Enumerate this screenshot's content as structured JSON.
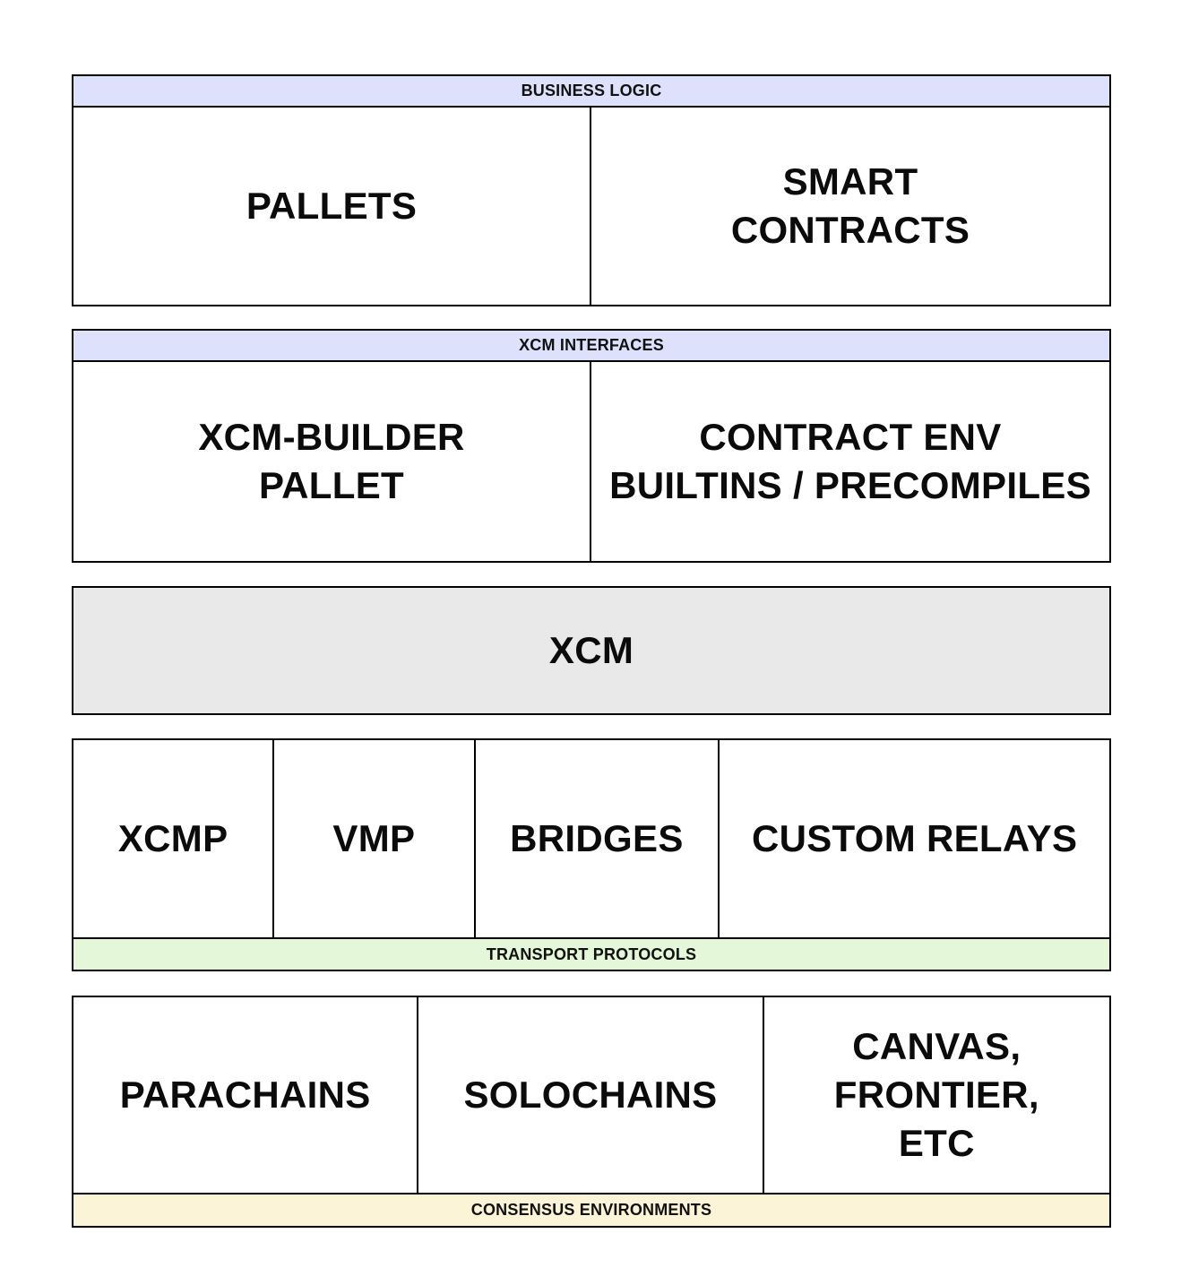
{
  "colors": {
    "header_band": "#dde1fb",
    "transport_band": "#e5f7d9",
    "consensus_band": "#fcf4d7",
    "xcm_fill": "#e9e9e9",
    "border": "#000000",
    "text": "#0b0b0b"
  },
  "blocks": {
    "business_logic": {
      "header": "BUSINESS LOGIC",
      "cells": [
        "PALLETS",
        "SMART\nCONTRACTS"
      ]
    },
    "xcm_interfaces": {
      "header": "XCM INTERFACES",
      "cells": [
        "XCM-BUILDER\nPALLET",
        "CONTRACT ENV\nBUILTINS / PRECOMPILES"
      ]
    },
    "xcm": {
      "label": "XCM"
    },
    "transport_protocols": {
      "footer": "TRANSPORT PROTOCOLS",
      "cells": [
        "XCMP",
        "VMP",
        "BRIDGES",
        "CUSTOM RELAYS"
      ]
    },
    "consensus_environments": {
      "footer": "CONSENSUS ENVIRONMENTS",
      "cells": [
        "PARACHAINS",
        "SOLOCHAINS",
        "CANVAS,\nFRONTIER,\nETC"
      ]
    }
  }
}
